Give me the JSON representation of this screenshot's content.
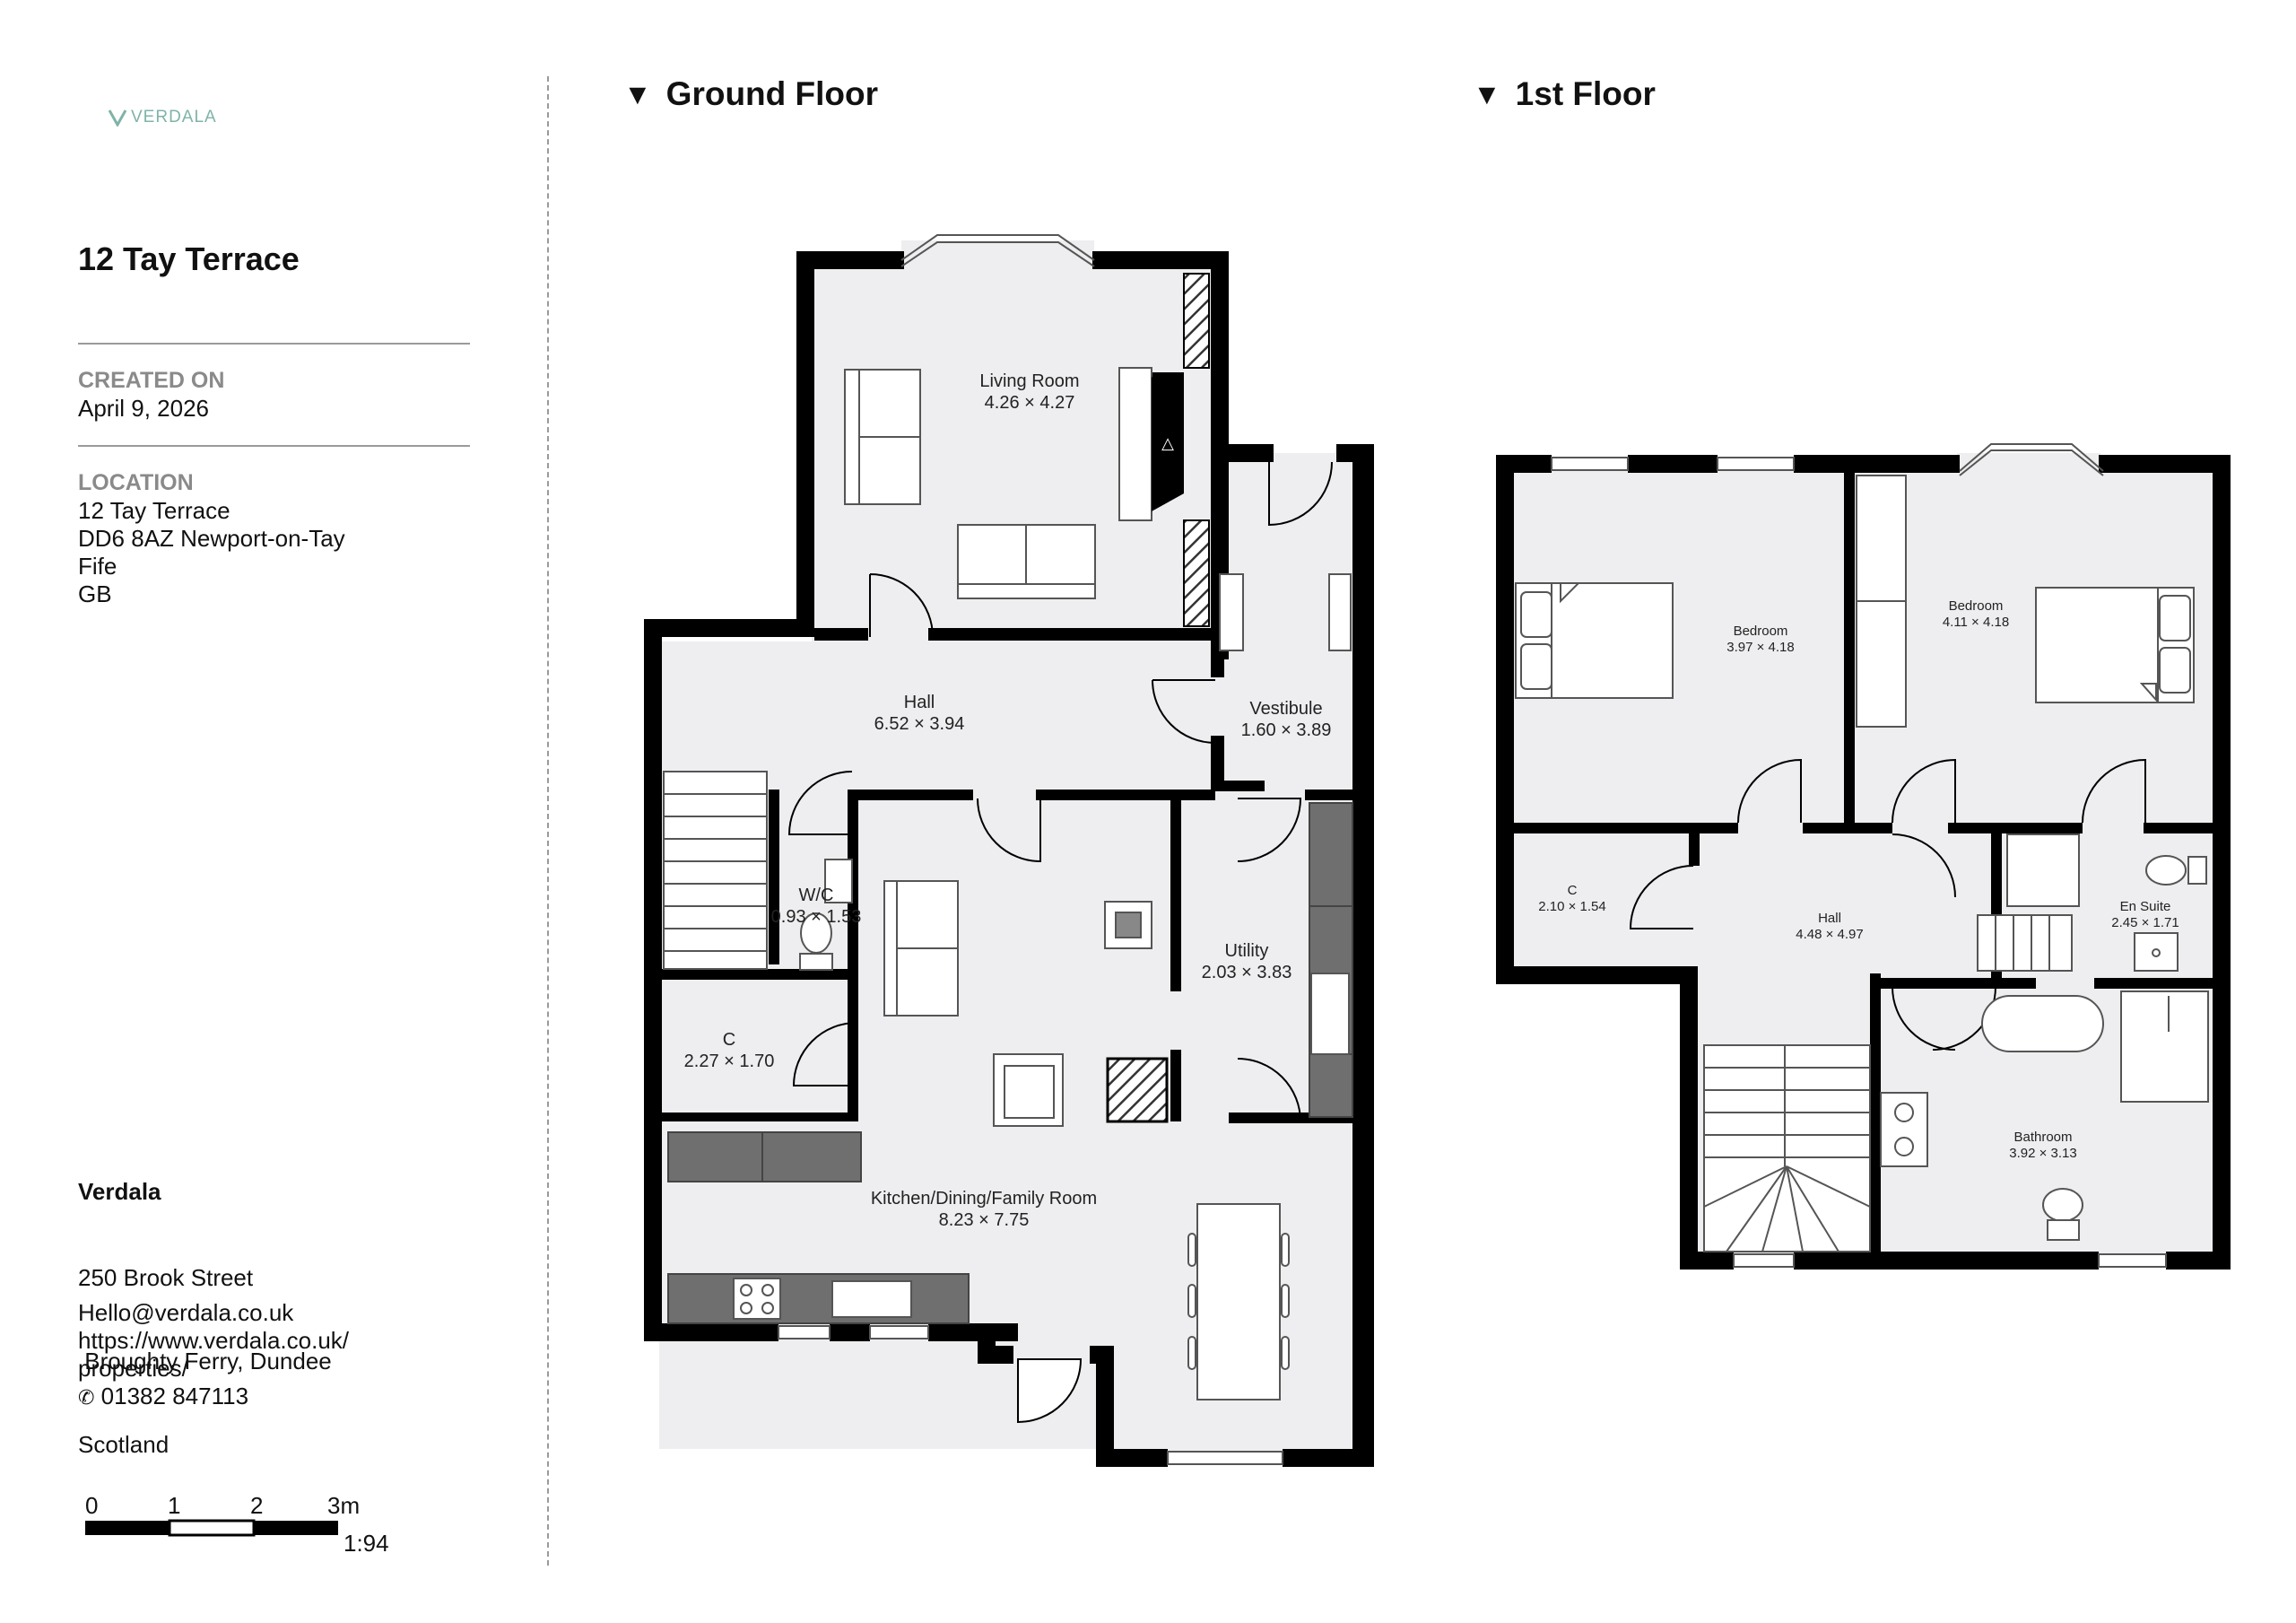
{
  "logo": {
    "text": "VERDALA"
  },
  "property": {
    "title": "12 Tay Terrace",
    "created_label": "CREATED ON",
    "created_value": "April 9, 2026",
    "location_label": "LOCATION",
    "location_lines": [
      "12 Tay Terrace",
      "DD6 8AZ Newport-on-Tay",
      "Fife",
      "GB"
    ]
  },
  "agent": {
    "name": "Verdala",
    "address_lines": [
      "250 Brook Street",
      " Broughty Ferry, Dundee",
      "Scotland"
    ],
    "email": "Hello@verdala.co.uk",
    "website_lines": [
      "https://www.verdala.co.uk/",
      "properties/"
    ],
    "phone": "01382 847113"
  },
  "scale": {
    "ticks": [
      "0",
      "1",
      "2",
      "3m"
    ],
    "ratio": "1:94"
  },
  "floors": [
    {
      "name": "Ground Floor",
      "rooms": [
        {
          "name": "Living Room",
          "dims": "4.26 × 4.27"
        },
        {
          "name": "Hall",
          "dims": "6.52 × 3.94"
        },
        {
          "name": "Vestibule",
          "dims": "1.60 × 3.89"
        },
        {
          "name": "W/C",
          "dims": "0.93 × 1.53"
        },
        {
          "name": "Utility",
          "dims": "2.03 × 3.83"
        },
        {
          "name": "C",
          "dims": "2.27 × 1.70"
        },
        {
          "name": "Kitchen/Dining/Family Room",
          "dims": "8.23 × 7.75"
        }
      ]
    },
    {
      "name": "1st Floor",
      "rooms": [
        {
          "name": "Bedroom",
          "dims": "3.97 × 4.18"
        },
        {
          "name": "Bedroom",
          "dims": "4.11 × 4.18"
        },
        {
          "name": "C",
          "dims": "2.10 × 1.54"
        },
        {
          "name": "Hall",
          "dims": "4.48 × 4.97"
        },
        {
          "name": "En Suite",
          "dims": "2.45 × 1.71"
        },
        {
          "name": "Bathroom",
          "dims": "3.92 × 3.13"
        }
      ]
    }
  ],
  "colors": {
    "wall": "#000000",
    "floor": "#eeeef0",
    "fixture": "#6f6f6f",
    "accent": "#7fb3a8"
  }
}
